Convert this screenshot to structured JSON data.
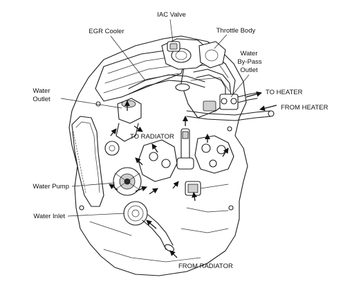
{
  "labels": {
    "iac_valve": "IAC Valve",
    "egr_cooler": "EGR Cooler",
    "throttle_body": "Throttle Body",
    "water_bypass_1": "Water",
    "water_bypass_2": "By-Pass",
    "water_bypass_3": "Outlet",
    "water_outlet_1": "Water",
    "water_outlet_2": "Outlet",
    "to_heater": "TO HEATER",
    "from_heater": "FROM HEATER",
    "to_radiator": "TO RADIATOR",
    "water_pump": "Water Pump",
    "water_inlet": "Water Inlet",
    "from_radiator": "FROM RADIATOR"
  }
}
